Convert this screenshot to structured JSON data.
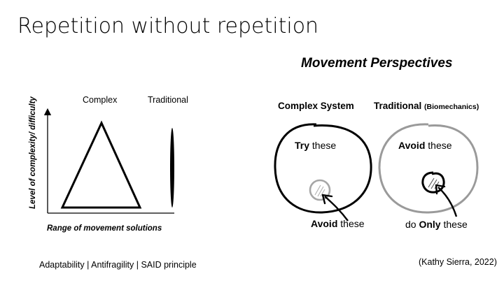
{
  "slide": {
    "title": "Repetition without repetition",
    "section_title": "Movement Perspectives",
    "footer_left": "Adaptability | Antifragility | SAID principle",
    "citation": "(Kathy Sierra, 2022)"
  },
  "left_diagram": {
    "label_complex": "Complex",
    "label_traditional": "Traditional",
    "y_axis_label": "Level of complexity/ difficulty",
    "x_axis_label": "Range of movement solutions"
  },
  "right_diagram": {
    "complex_header": "Complex System",
    "traditional_header": "Traditional",
    "traditional_header_sub": "(Biomechanics)",
    "complex_try_bold": "Try",
    "complex_try_rest": " these",
    "complex_avoid_bold": "Avoid",
    "complex_avoid_rest": " these",
    "trad_avoid_bold": "Avoid",
    "trad_avoid_rest": " these",
    "trad_do_prefix": "do ",
    "trad_only_bold": "Only",
    "trad_only_rest": " these"
  },
  "colors": {
    "ink": "#000000",
    "gray_circle": "#9a9a9a",
    "small_circle_gray": "#a6a6a6"
  }
}
